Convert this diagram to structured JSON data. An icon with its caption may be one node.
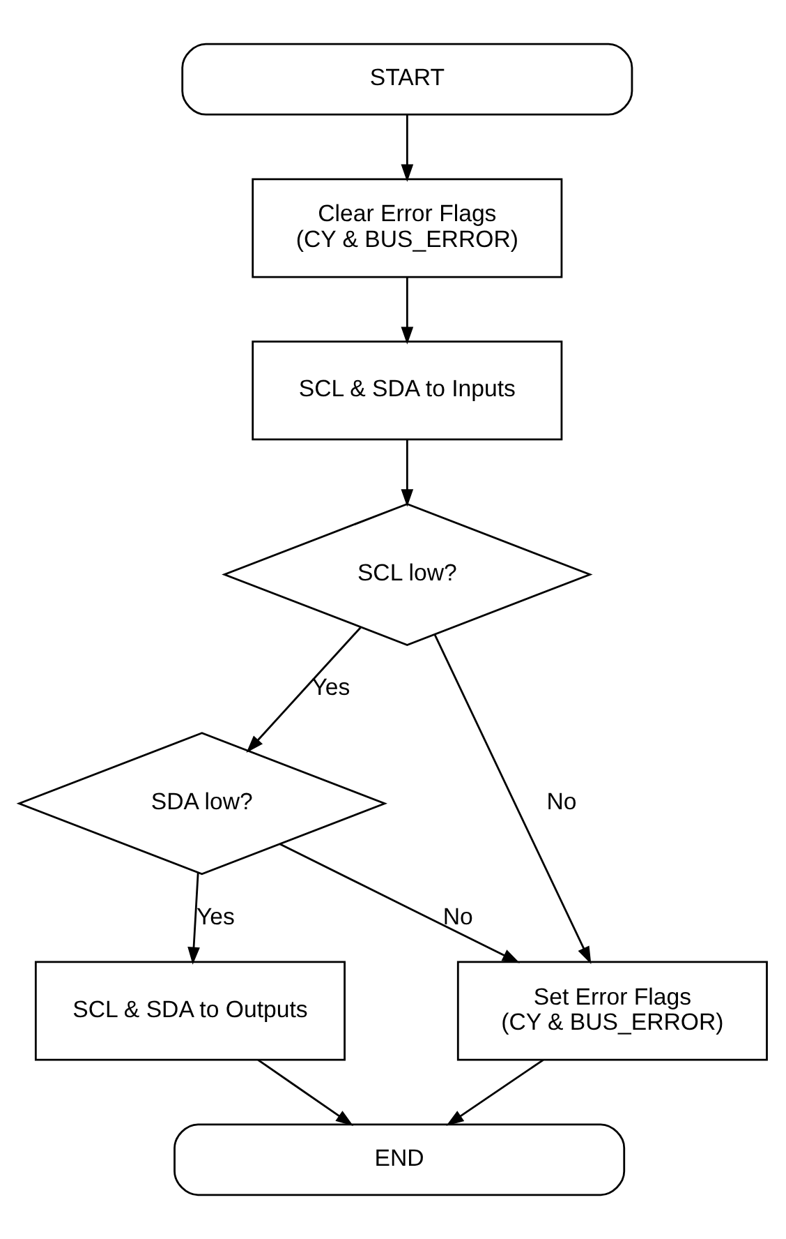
{
  "diagram": {
    "nodes": [
      {
        "text": [
          "START"
        ]
      },
      {
        "text": [
          "Clear Error Flags (CY & BUS_ERROR)"
        ]
      },
      {
        "text": [
          "SCL & SDA to Inputs"
        ]
      },
      {
        "text": [
          "SCL low?"
        ]
      },
      {
        "text": [
          "SDA low?"
        ]
      },
      {
        "text": [
          "SCL & SDA to Outputs"
        ]
      },
      {
        "text": [
          "Set Error Flags (CY & BUS_ERROR)"
        ]
      },
      {
        "text": [
          "END"
        ]
      }
    ],
    "edges": [
      {
        "from": 0,
        "to": 1,
        "arrow": "to"
      },
      {
        "from": 1,
        "to": 2,
        "arrow": "to"
      },
      {
        "from": 2,
        "to": 3,
        "arrow": "to"
      },
      {
        "from": 3,
        "to": 4,
        "arrow": "to",
        "label": "Yes"
      },
      {
        "from": 3,
        "to": 6,
        "arrow": "to",
        "label": "No"
      },
      {
        "from": 4,
        "to": 5,
        "arrow": "to",
        "label": "Yes"
      },
      {
        "from": 4,
        "to": 6,
        "arrow": "to",
        "label": "No"
      },
      {
        "from": 5,
        "to": 7,
        "arrow": "to"
      },
      {
        "from": 6,
        "to": 7,
        "arrow": "to"
      }
    ]
  }
}
